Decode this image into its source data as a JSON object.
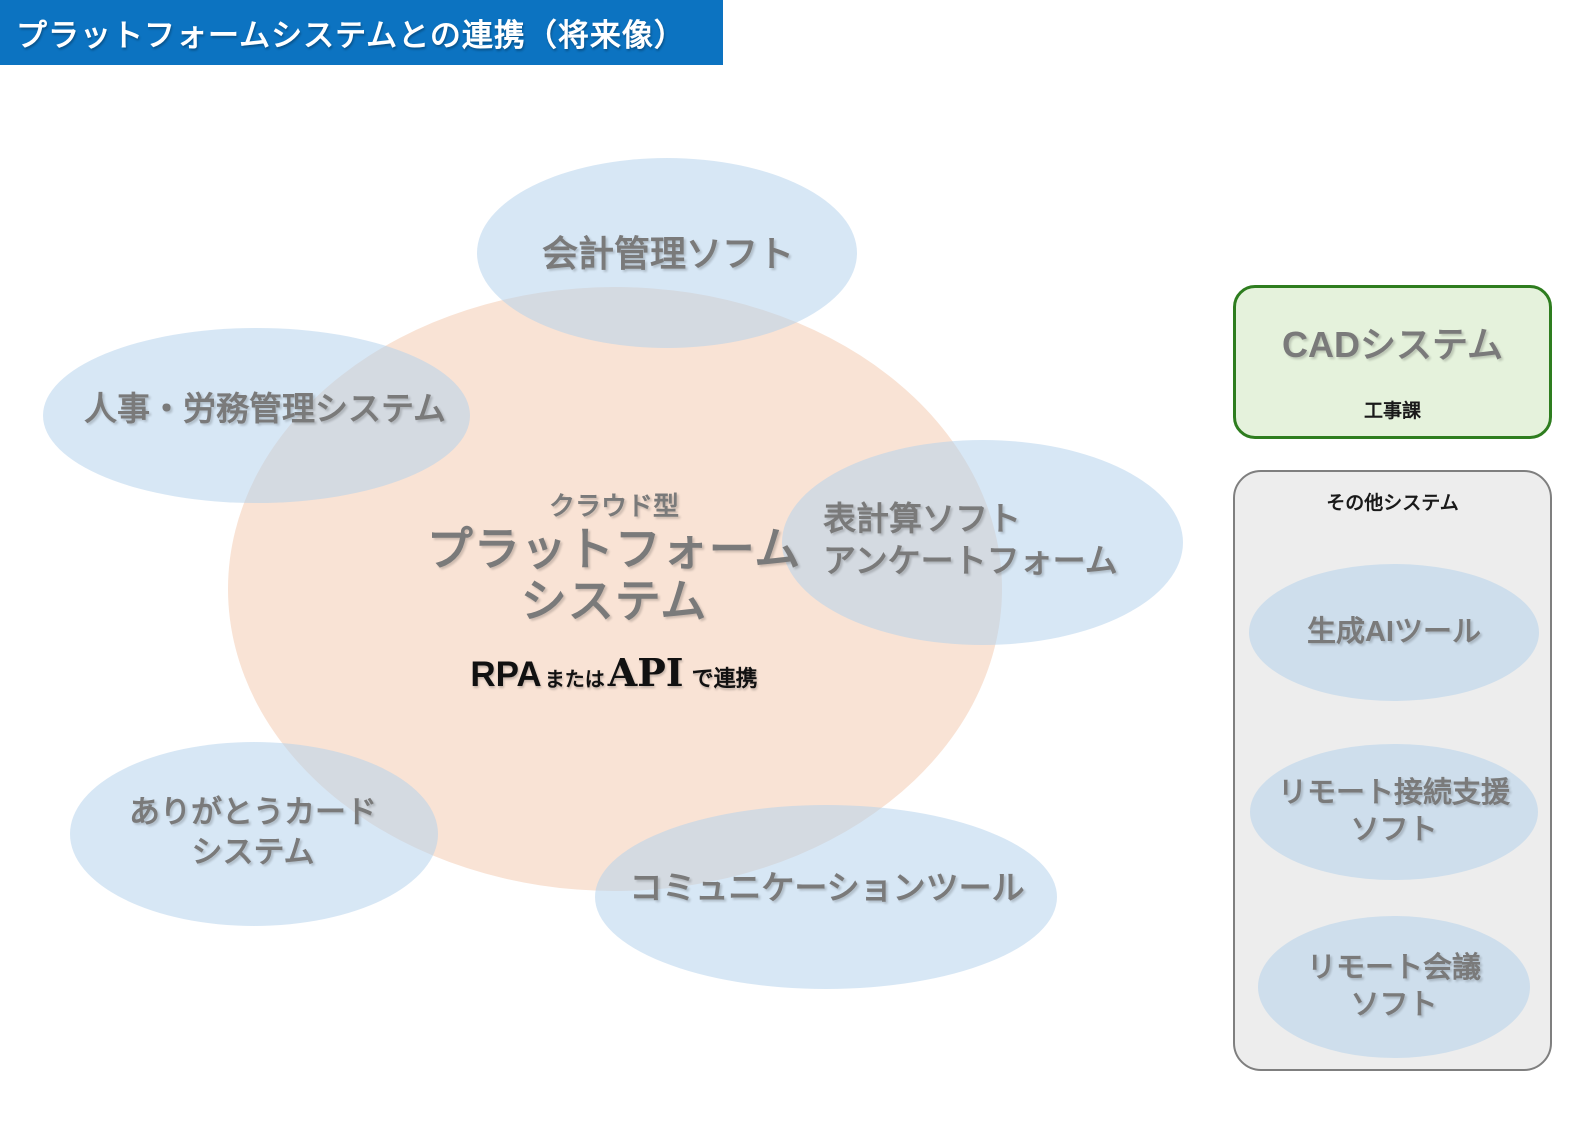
{
  "title_bar": {
    "text": "プラットフォームシステムとの連携（将来像）"
  },
  "hub": {
    "type_label": "クラウド型",
    "name_line1": "プラットフォーム",
    "name_line2": "システム",
    "link_rpa": "RPA",
    "link_or": "または",
    "link_api": "API",
    "link_suffix": "で連携"
  },
  "satellites": [
    {
      "line1": "会計管理ソフト",
      "line2": ""
    },
    {
      "line1": "人事・労務管理システム",
      "line2": ""
    },
    {
      "line1": "表計算ソフト",
      "line2": "アンケートフォーム"
    },
    {
      "line1": "ありがとうカード",
      "line2": "システム"
    },
    {
      "line1": "コミュニケーションツール",
      "line2": ""
    }
  ],
  "cad_box": {
    "title": "CADシステム",
    "department": "工事課"
  },
  "other_box": {
    "title": "その他システム",
    "items": [
      {
        "line1": "生成AIツール",
        "line2": ""
      },
      {
        "line1": "リモート接続支援",
        "line2": "ソフト"
      },
      {
        "line1": "リモート会議",
        "line2": "ソフト"
      }
    ]
  },
  "colors": {
    "title_bar_bg": "#0C73C1",
    "hub_fill": "#F9E3D5",
    "satellite_fill": "rgba(179,209,235,0.52)",
    "label_gray": "#7A7A7A",
    "link_text": "#111111",
    "cad_border": "#2E7D1F",
    "cad_fill": "#E5F2DC",
    "other_border": "#7F7F7F",
    "other_fill": "#EDEDED"
  }
}
